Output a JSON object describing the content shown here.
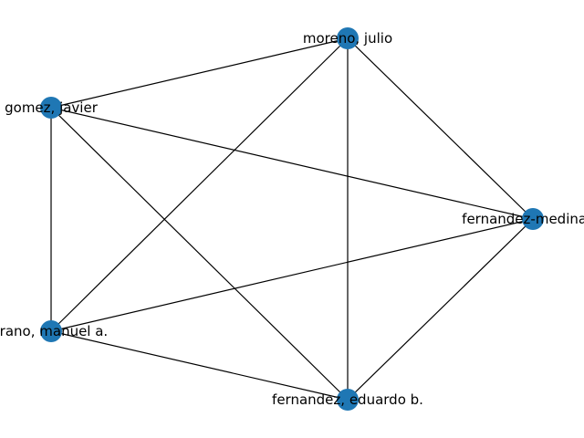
{
  "diagram": {
    "type": "network-graph",
    "node_color": "#1f77b4",
    "edge_color": "#000000",
    "nodes": [
      {
        "id": "moreno",
        "label": "moreno, julio"
      },
      {
        "id": "gomez",
        "label": "gomez, javier"
      },
      {
        "id": "fernandez-medina",
        "label": "fernandez-medina, e"
      },
      {
        "id": "serrano",
        "label": "rrano, manuel a."
      },
      {
        "id": "fernandez-eduardo",
        "label": "fernandez, eduardo b."
      }
    ],
    "edges": [
      [
        "moreno",
        "gomez"
      ],
      [
        "moreno",
        "fernandez-medina"
      ],
      [
        "moreno",
        "serrano"
      ],
      [
        "moreno",
        "fernandez-eduardo"
      ],
      [
        "gomez",
        "fernandez-medina"
      ],
      [
        "gomez",
        "serrano"
      ],
      [
        "gomez",
        "fernandez-eduardo"
      ],
      [
        "fernandez-medina",
        "serrano"
      ],
      [
        "fernandez-medina",
        "fernandez-eduardo"
      ],
      [
        "serrano",
        "fernandez-eduardo"
      ]
    ]
  }
}
